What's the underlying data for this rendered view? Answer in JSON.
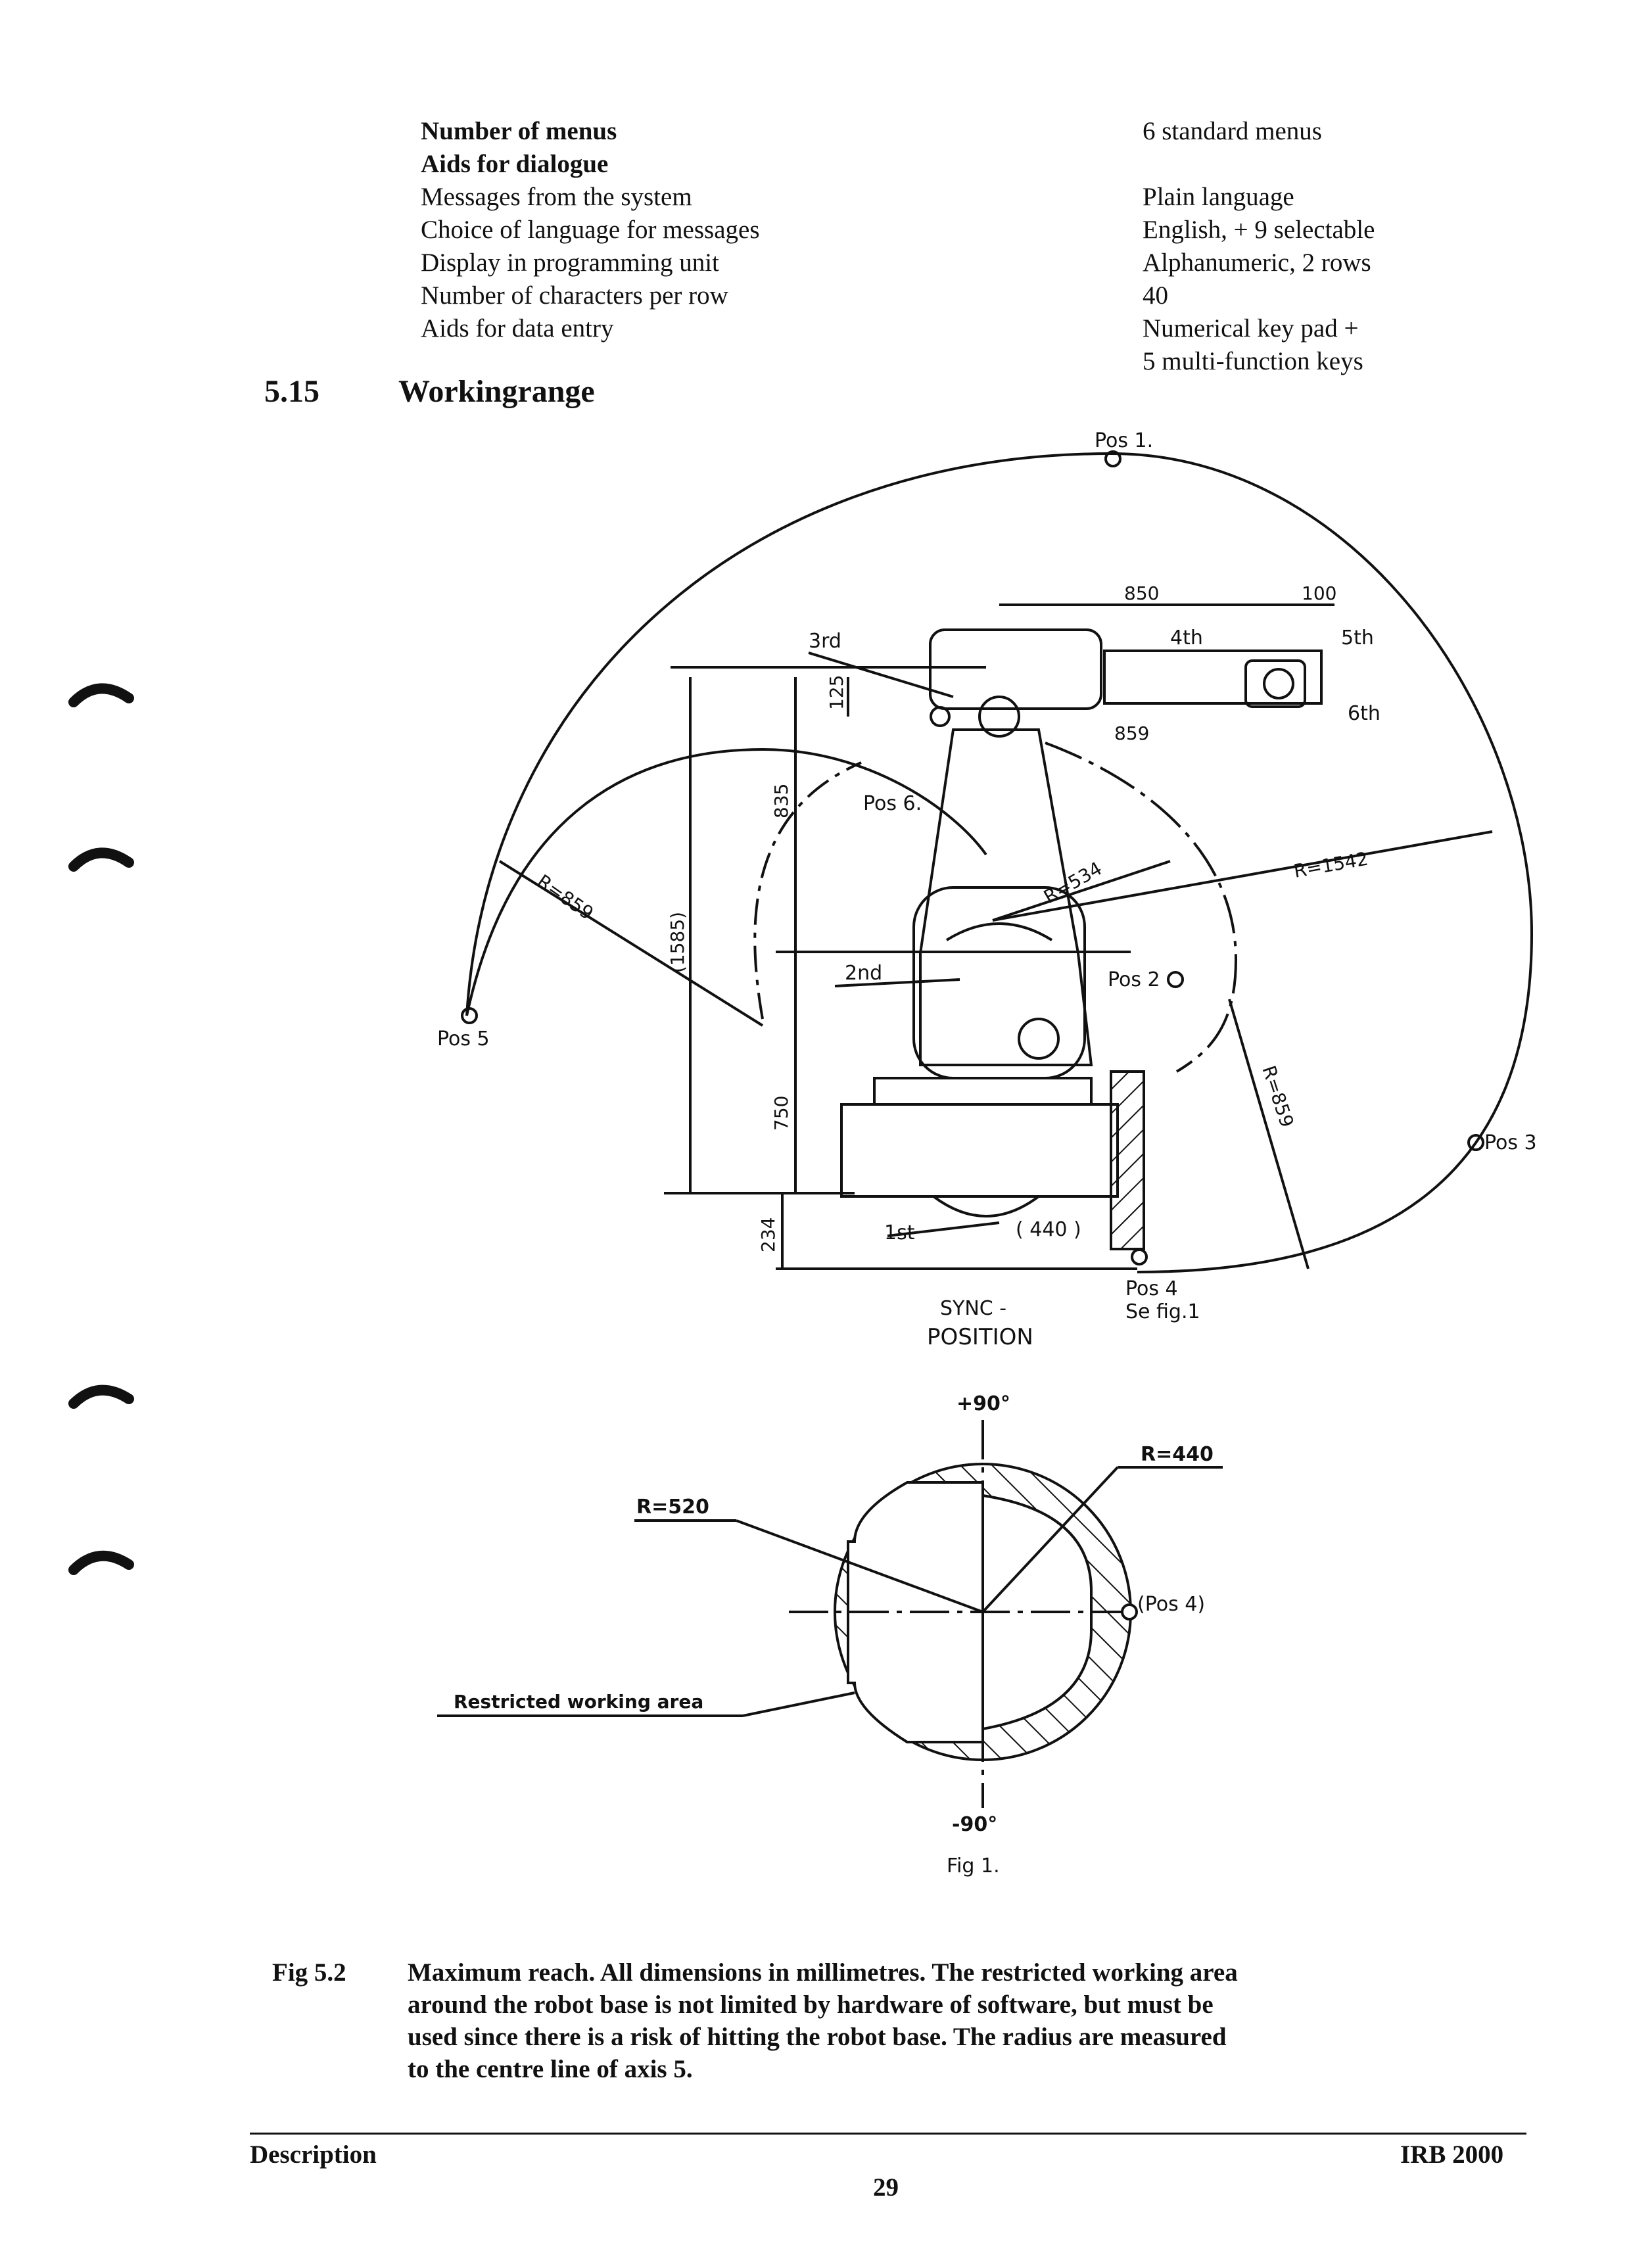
{
  "specs": [
    {
      "label": "Number of menus",
      "value": "6 standard menus",
      "bold": true
    },
    {
      "label": "Aids for dialogue",
      "value": "",
      "bold": true
    },
    {
      "label": "Messages from the system",
      "value": "Plain language",
      "bold": false
    },
    {
      "label": "Choice of language for messages",
      "value": "English, + 9 selectable",
      "bold": false
    },
    {
      "label": "Display in programming unit",
      "value": "Alphanumeric, 2 rows",
      "bold": false
    },
    {
      "label": "Number of characters per row",
      "value": "40",
      "bold": false
    },
    {
      "label": "Aids for data entry",
      "value": "Numerical key pad +",
      "bold": false
    },
    {
      "label": "",
      "value": "5 multi-function keys",
      "bold": false
    }
  ],
  "section": {
    "number": "5.15",
    "title": "Workingrange"
  },
  "diagram": {
    "labels": {
      "pos1": "Pos 1.",
      "pos2": "Pos 2",
      "pos3": "Pos 3",
      "pos4": "Pos 4",
      "se_fig1": "Se  fig.1",
      "pos5": "Pos 5",
      "pos6": "Pos 6.",
      "third": "3rd",
      "fourth": "4th",
      "fifth": "5th",
      "sixth": "6th",
      "second": "2nd",
      "first": "1st",
      "sync": "SYNC -",
      "position": "POSITION",
      "dim_850": "850",
      "dim_100": "100",
      "dim_859_small": "859",
      "dim_125": "125",
      "dim_835": "835",
      "dim_1585": "(1585)",
      "dim_750": "750",
      "dim_234": "234",
      "dim_440": "( 440 )",
      "r859_left": "R=859",
      "r534": "R=534",
      "r1542": "R=1542",
      "r859_right": "R=859"
    }
  },
  "fig1": {
    "plus90": "+90°",
    "minus90": "-90°",
    "r440": "R=440",
    "r520": "R=520",
    "pos4": "(Pos 4)",
    "restricted": "Restricted  working  area",
    "caption": "Fig 1."
  },
  "figure_caption": {
    "label": "Fig 5.2",
    "lines": [
      "Maximum reach. All dimensions in millimetres. The restricted working area",
      "around the robot base is not limited by hardware of software, but must be",
      "used since there is a risk of hitting the robot base. The radius are measured",
      "to the centre line of axis 5."
    ]
  },
  "footer": {
    "left": "Description",
    "right": "IRB 2000",
    "page": "29"
  }
}
